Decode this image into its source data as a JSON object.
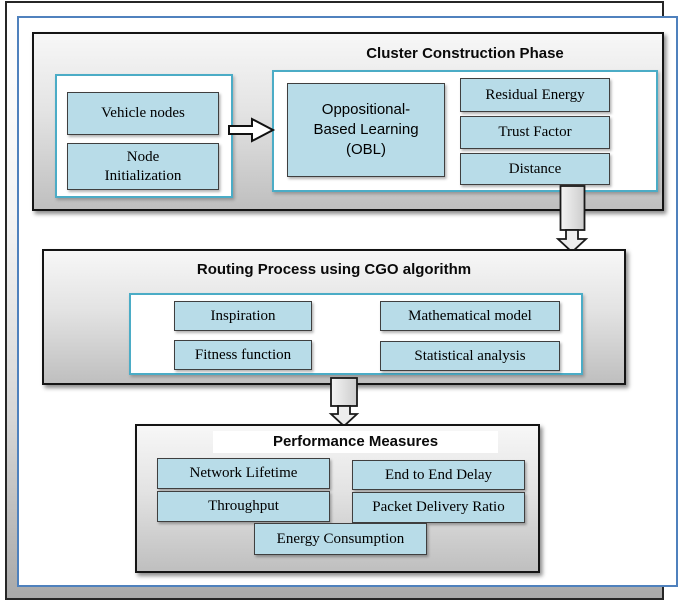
{
  "diagram": {
    "cluster_phase": {
      "title": "Cluster Construction Phase",
      "vehicle_nodes": "Vehicle nodes",
      "node_initialization_lines": [
        "Node",
        "Initialization"
      ],
      "obl_lines": [
        "Oppositional-",
        "Based Learning",
        "(OBL)"
      ],
      "criteria": {
        "residual_energy": "Residual Energy",
        "trust_factor": "Trust Factor",
        "distance": "Distance"
      }
    },
    "routing_phase": {
      "title": "Routing Process using CGO algorithm",
      "inspiration": "Inspiration",
      "fitness_function": "Fitness function",
      "mathematical_model": "Mathematical model",
      "statistical_analysis": "Statistical analysis"
    },
    "performance_phase": {
      "title": "Performance Measures",
      "network_lifetime": "Network Lifetime",
      "throughput": "Throughput",
      "end_to_end_delay": "End to End Delay",
      "packet_delivery_ratio": "Packet Delivery Ratio",
      "energy_consumption": "Energy Consumption"
    },
    "colors": {
      "teal_panel_border": "#4BACC6",
      "blue_frame_border": "#4F81BD",
      "box_fill": "#B8DCE8",
      "box_border": "#3F3F3F",
      "section_border": "#141414",
      "text": "#000000"
    }
  }
}
